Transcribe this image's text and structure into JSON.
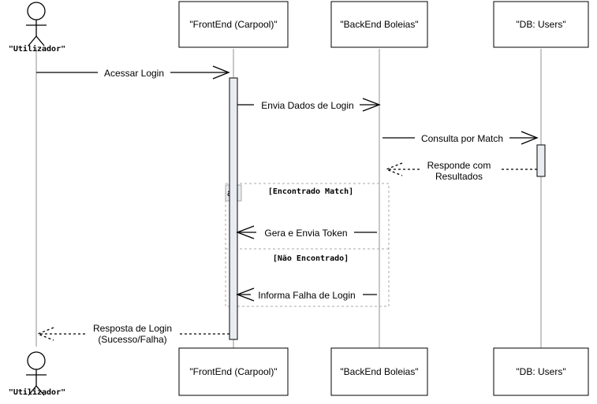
{
  "participants": [
    {
      "label": "\"Utilizador\""
    },
    {
      "label": "\"FrontEnd (Carpool)\""
    },
    {
      "label": "\"BackEnd Boleias\""
    },
    {
      "label": "\"DB: Users\""
    }
  ],
  "messages": [
    {
      "label": "Acessar Login"
    },
    {
      "label": "Envia Dados de Login"
    },
    {
      "label": "Consulta por Match"
    },
    {
      "label_line1": "Responde com",
      "label_line2": "Resultados"
    },
    {
      "label": "Gera e Envia Token"
    },
    {
      "label": "Informa Falha de Login"
    },
    {
      "label_line1": "Resposta de Login",
      "label_line2": "(Sucesso/Falha)"
    }
  ],
  "fragment": {
    "operator": "alt",
    "guard1": "[Encontrado Match]",
    "guard2": "[Não Encontrado]"
  }
}
